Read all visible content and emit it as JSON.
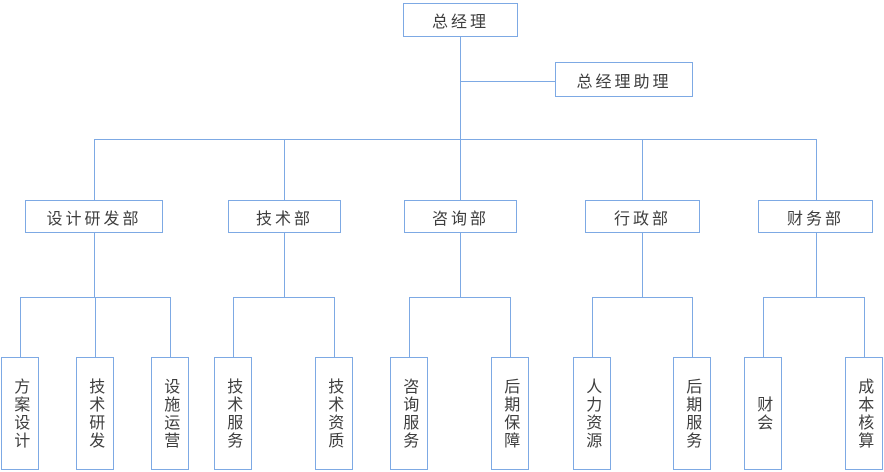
{
  "org_chart": {
    "root": {
      "label": "总经理"
    },
    "assistant": {
      "label": "总经理助理"
    },
    "departments": [
      {
        "label": "设计研发部",
        "children": [
          {
            "label": "方案设计"
          },
          {
            "label": "技术研发"
          },
          {
            "label": "设施运营"
          }
        ]
      },
      {
        "label": "技术部",
        "children": [
          {
            "label": "技术服务"
          },
          {
            "label": "技术资质"
          }
        ]
      },
      {
        "label": "咨询部",
        "children": [
          {
            "label": "咨询服务"
          },
          {
            "label": "后期保障"
          }
        ]
      },
      {
        "label": "行政部",
        "children": [
          {
            "label": "人力资源"
          },
          {
            "label": "后期服务"
          }
        ]
      },
      {
        "label": "财务部",
        "children": [
          {
            "label": "财会"
          },
          {
            "label": "成本核算"
          }
        ]
      }
    ]
  },
  "colors": {
    "line": "#7DA9E4",
    "border": "#7DA9E4",
    "fill": "#FFFFFF",
    "text": "#3E3E3E",
    "background": "#FFFFFF"
  }
}
